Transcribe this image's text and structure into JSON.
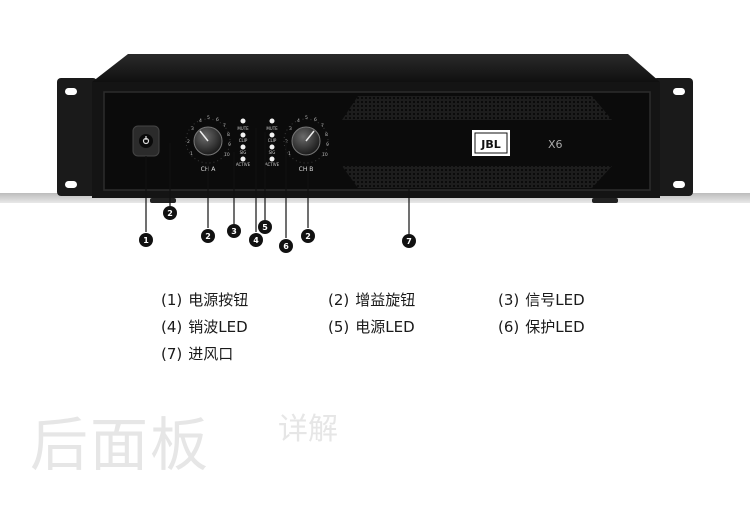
{
  "device": {
    "brand": "JBL",
    "model": "X6",
    "channel_a_label": "CH A",
    "channel_b_label": "CH B",
    "led_labels_a": [
      "MUTE",
      "CLIP",
      "SIG",
      "ACTIVE"
    ],
    "led_labels_b": [
      "MUTE",
      "CLIP",
      "SIG",
      "ACTIVE"
    ],
    "knob_scale": [
      "1",
      "2",
      "3",
      "4",
      "5",
      "6",
      "7",
      "8",
      "9",
      "10"
    ]
  },
  "callouts": [
    "1",
    "2",
    "2",
    "3",
    "4",
    "5",
    "6",
    "2",
    "7"
  ],
  "legend": [
    {
      "num": "(1)",
      "text": "电源按钮"
    },
    {
      "num": "(2)",
      "text": "增益旋钮"
    },
    {
      "num": "(3)",
      "text": "信号LED"
    },
    {
      "num": "(4)",
      "text": "销波LED"
    },
    {
      "num": "(5)",
      "text": "电源LED"
    },
    {
      "num": "(6)",
      "text": "保护LED"
    },
    {
      "num": "(7)",
      "text": "进风口"
    }
  ],
  "footer": {
    "title": "后面板",
    "subtitle": "详解"
  },
  "colors": {
    "chassis": "#141414",
    "panel": "#0b0b0b",
    "callout_dot": "#111111",
    "legend_text": "#1a1a1a",
    "footer_text": "#e6e6e6"
  }
}
